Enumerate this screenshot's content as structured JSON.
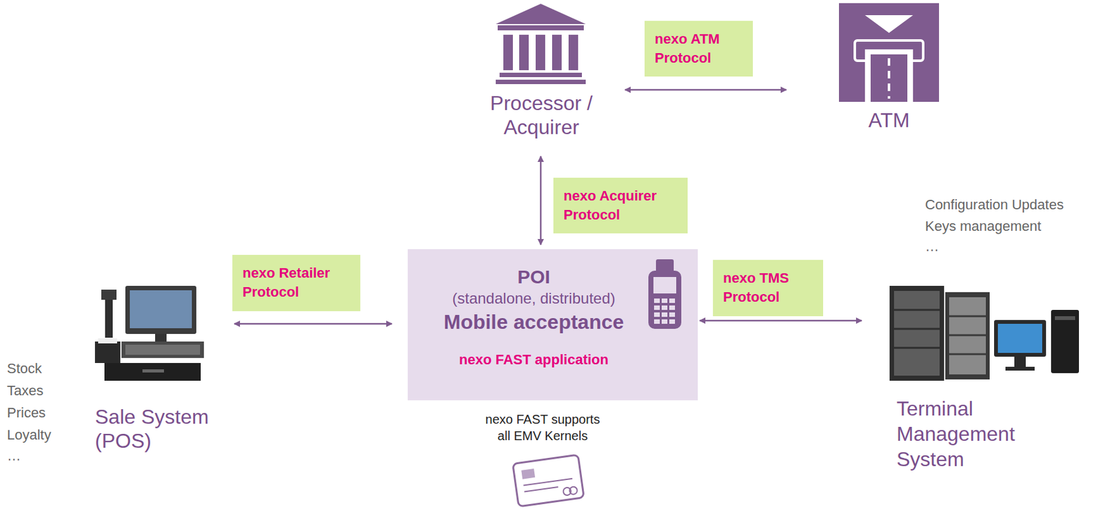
{
  "diagram": {
    "nodes": [
      {
        "text": [
          "Processor / Acquirer"
        ]
      },
      {
        "text": [
          "ATM"
        ]
      },
      {
        "text": [
          "POI",
          "(standalone, distributed)",
          "Mobile acceptance",
          "nexo FAST application"
        ]
      },
      {
        "text": [
          "Sale System (POS)"
        ]
      },
      {
        "text": [
          "Terminal Management System"
        ]
      }
    ],
    "edges": [
      {
        "from": 0,
        "to": 1,
        "arrow": "both",
        "label": "nexo ATM Protocol"
      },
      {
        "from": 2,
        "to": 0,
        "arrow": "both",
        "label": "nexo Acquirer Protocol"
      },
      {
        "from": 3,
        "to": 2,
        "arrow": "both",
        "label": "nexo Retailer Protocol"
      },
      {
        "from": 2,
        "to": 4,
        "arrow": "both",
        "label": "nexo TMS Protocol"
      }
    ],
    "labels": [
      "Configuration Updates",
      "Keys management",
      "…",
      "Stock",
      "Taxes",
      "Prices",
      "Loyalty",
      "…",
      "nexo FAST supports all EMV Kernels"
    ]
  }
}
